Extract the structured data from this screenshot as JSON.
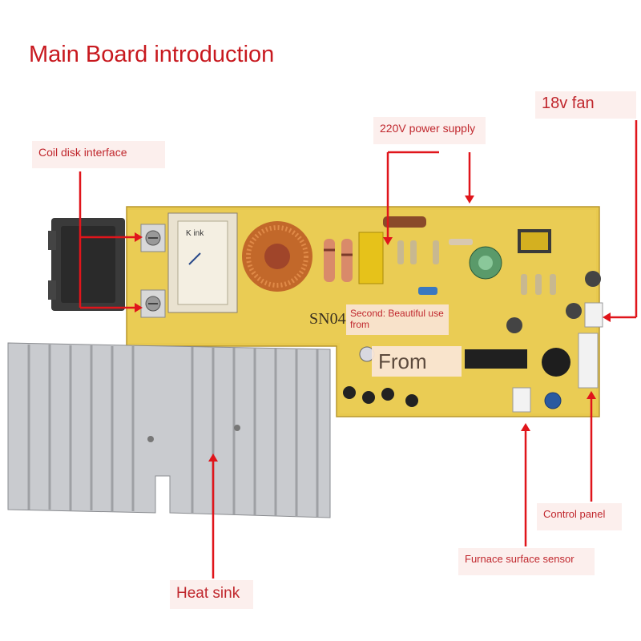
{
  "title": "Main Board introduction",
  "labels": {
    "coil": "Coil disk interface",
    "power": "220V power supply",
    "fan": "18v fan",
    "heatsink": "Heat sink",
    "control": "Control panel",
    "sensor": "Furnace surface sensor"
  },
  "board": {
    "model": "SN04",
    "transformer_text": "K ink",
    "overlay_text": "Second: Beautiful use from",
    "overlay_big": "From"
  },
  "colors": {
    "accent": "#c8191f",
    "board": "#e8c94e",
    "heatsink": "#c9cbcf"
  }
}
